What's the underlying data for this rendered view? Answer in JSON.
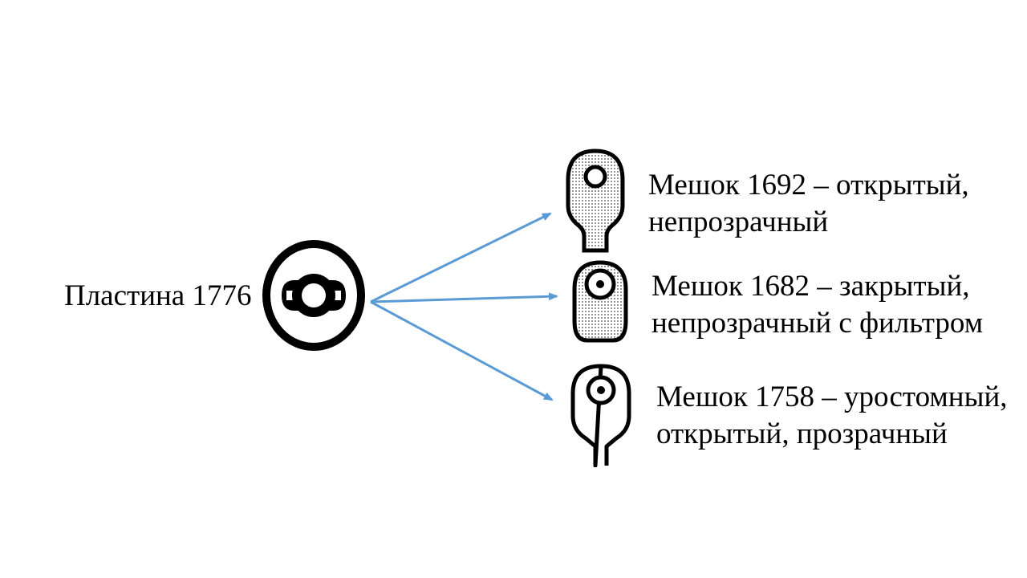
{
  "colors": {
    "arrow": "#5b9bd5",
    "icon": "#000000",
    "background": "#ffffff"
  },
  "source": {
    "label": "Пластина 1776",
    "icon": "flange-plate-icon"
  },
  "targets": [
    {
      "line1": "Мешок 1692 – открытый,",
      "line2": "непрозрачный",
      "icon": "drainable-opaque-pouch-icon"
    },
    {
      "line1": "Мешок 1682 – закрытый,",
      "line2": "непрозрачный с фильтром",
      "icon": "closed-opaque-pouch-icon"
    },
    {
      "line1": "Мешок 1758 – уростомный,",
      "line2": "открытый, прозрачный",
      "icon": "urostomy-transparent-pouch-icon"
    }
  ]
}
